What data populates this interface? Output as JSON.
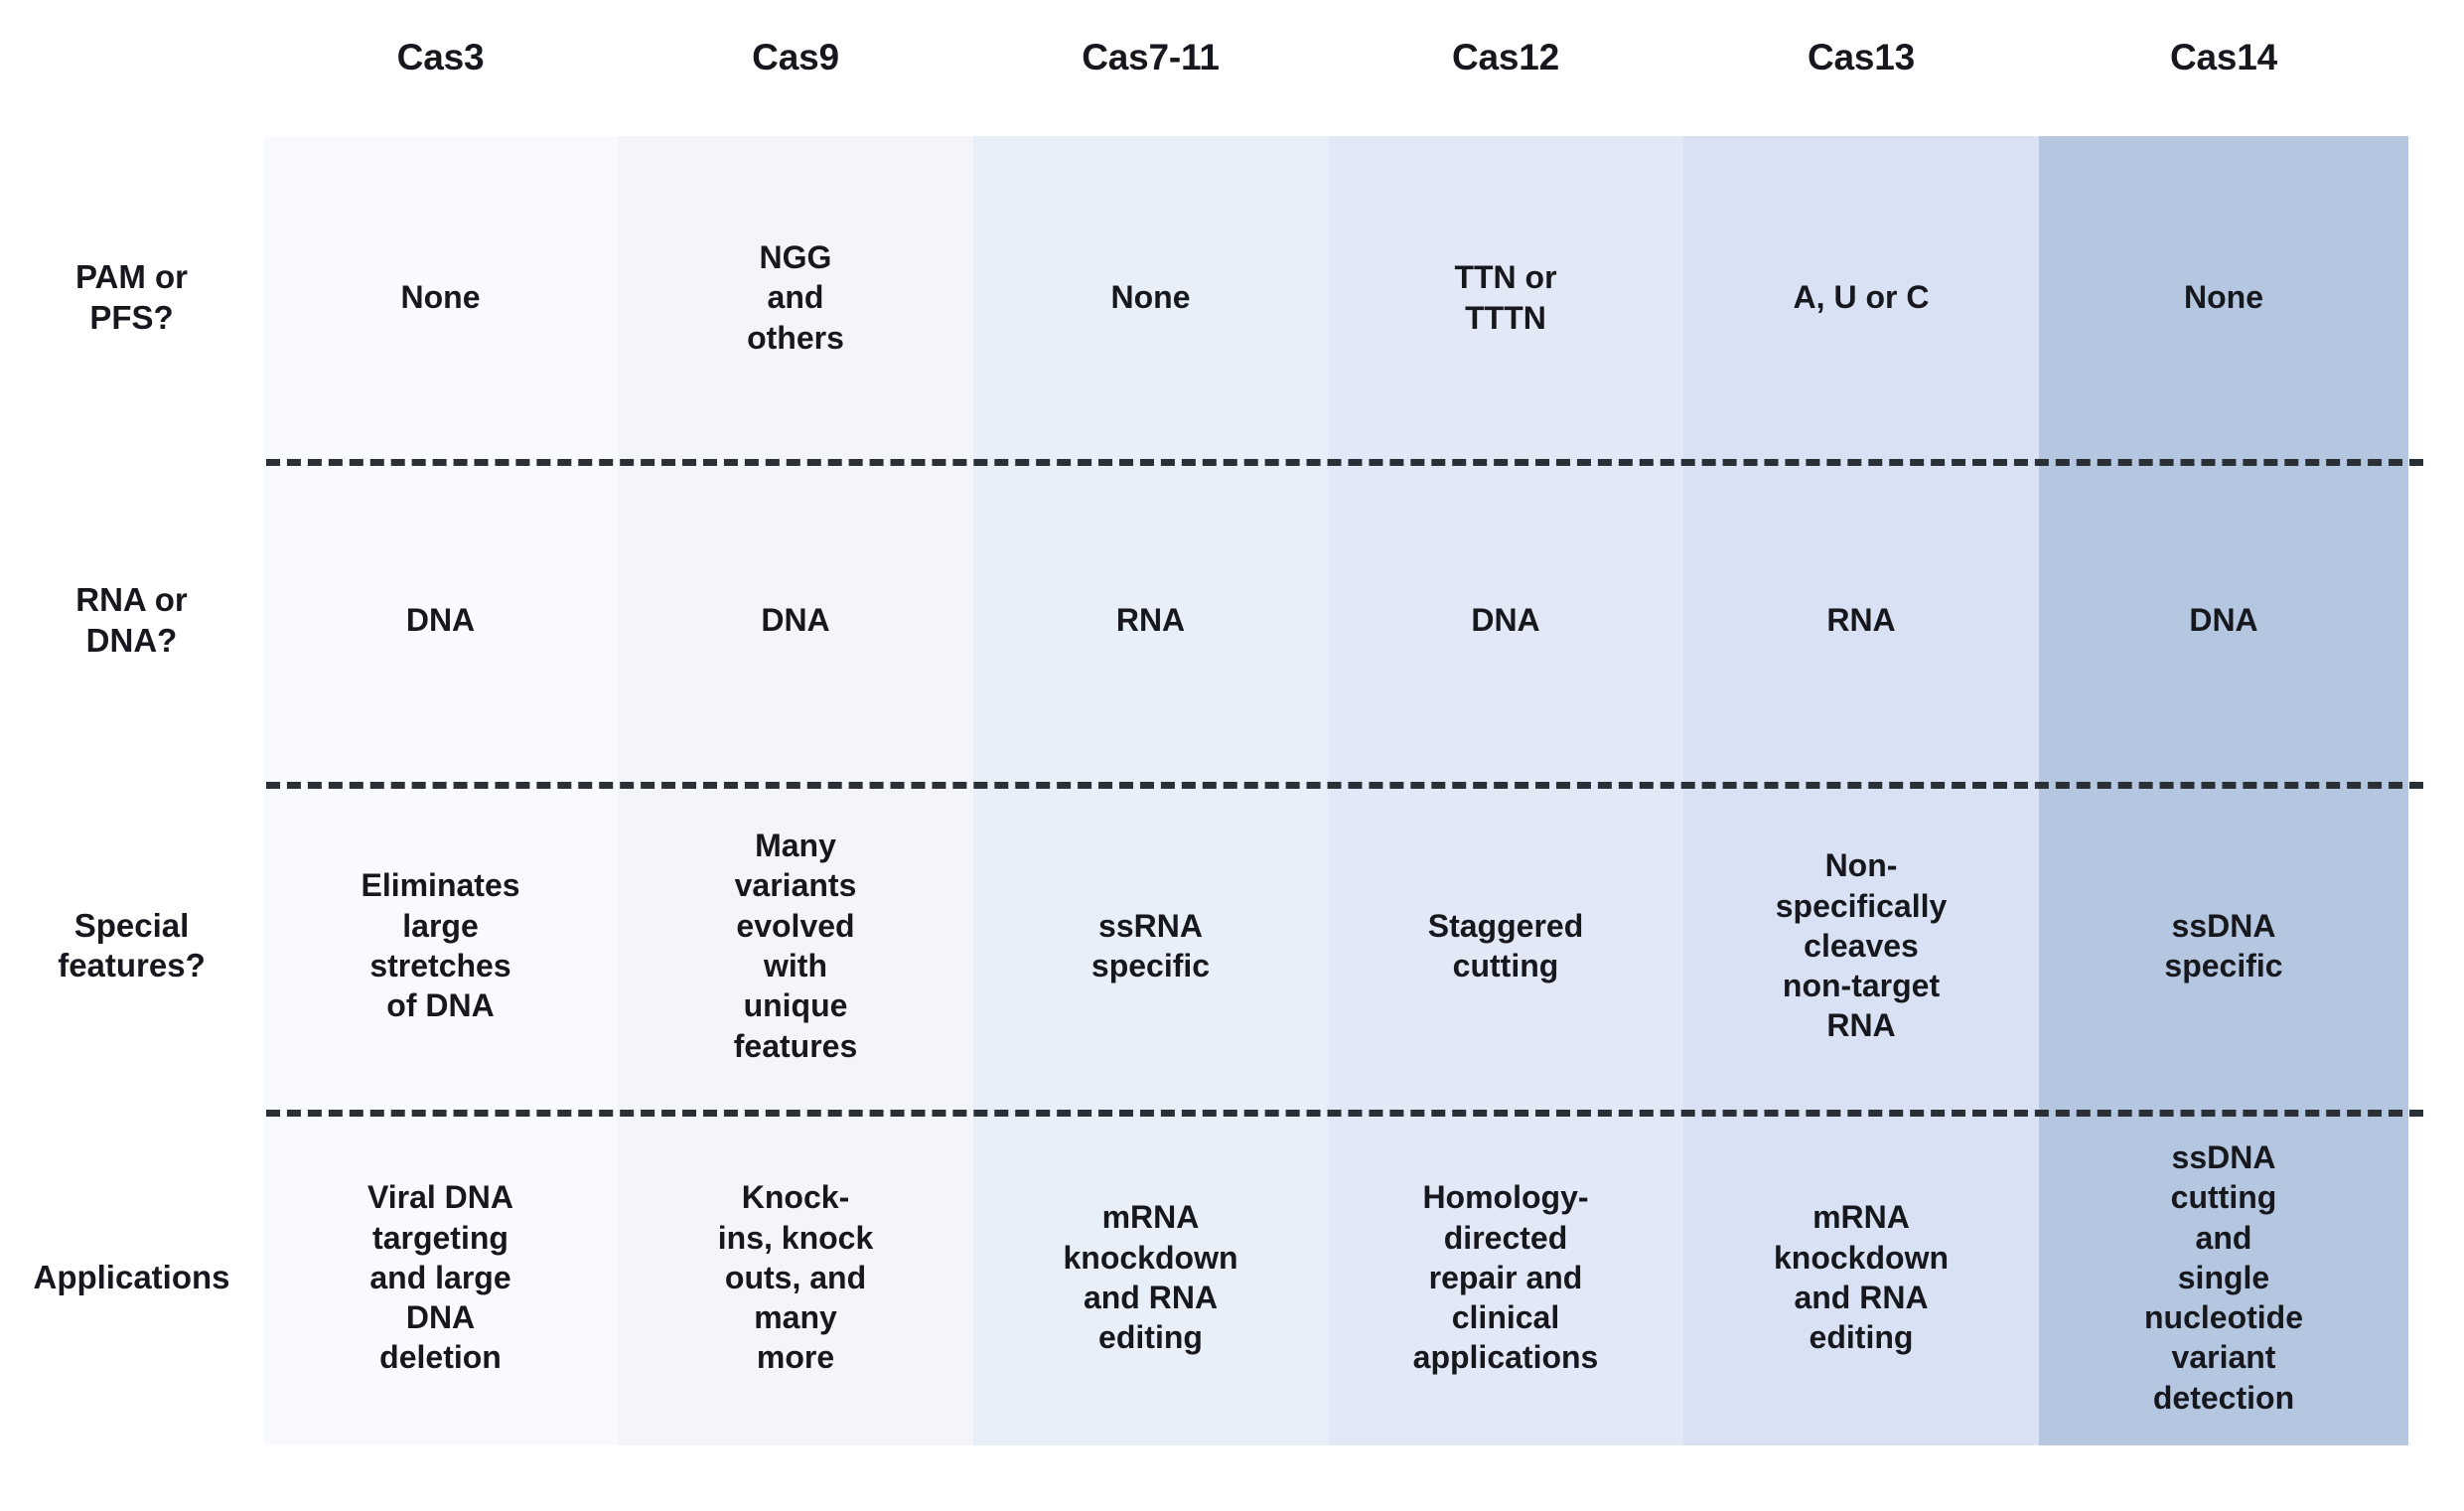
{
  "table": {
    "corner_label": "",
    "columns": [
      {
        "label": "Cas3",
        "color": "#f9fafd"
      },
      {
        "label": "Cas9",
        "color": "#f4f5fb"
      },
      {
        "label": "Cas7-11",
        "color": "#e9eff8"
      },
      {
        "label": "Cas12",
        "color": "#e2e8f6"
      },
      {
        "label": "Cas13",
        "color": "#d8e2f4"
      },
      {
        "label": "Cas14",
        "color": "#b5c6e0"
      }
    ],
    "rows": [
      {
        "label": "PAM or\nPFS?",
        "cells": [
          "None",
          "NGG\nand\nothers",
          "None",
          "TTN or\nTTTN",
          "A, U or C",
          "None"
        ]
      },
      {
        "label": "RNA or\nDNA?",
        "cells": [
          "DNA",
          "DNA",
          "RNA",
          "DNA",
          "RNA",
          "DNA"
        ]
      },
      {
        "label": "Special\nfeatures?",
        "cells": [
          "Eliminates\nlarge\nstretches\nof DNA",
          "Many\nvariants\nevolved\nwith\nunique\nfeatures",
          "ssRNA\nspecific",
          "Staggered\ncutting",
          "Non-\nspecifically\ncleaves\nnon-target\nRNA",
          "ssDNA\nspecific"
        ]
      },
      {
        "label": "Applications",
        "cells": [
          "Viral DNA\ntargeting\nand large\nDNA\ndeletion",
          "Knock-\nins, knock\nouts, and\nmany\nmore",
          "mRNA\nknockdown\nand RNA\nediting",
          "Homology-\ndirected\nrepair and\nclinical\napplications",
          "mRNA\nknockdown\nand RNA\nediting",
          "ssDNA\ncutting\nand\nsingle\nnucleotide\nvariant\ndetection"
        ]
      }
    ],
    "separator_color": "#2b2f36",
    "text_color": "#16181d",
    "background": "#ffffff"
  }
}
